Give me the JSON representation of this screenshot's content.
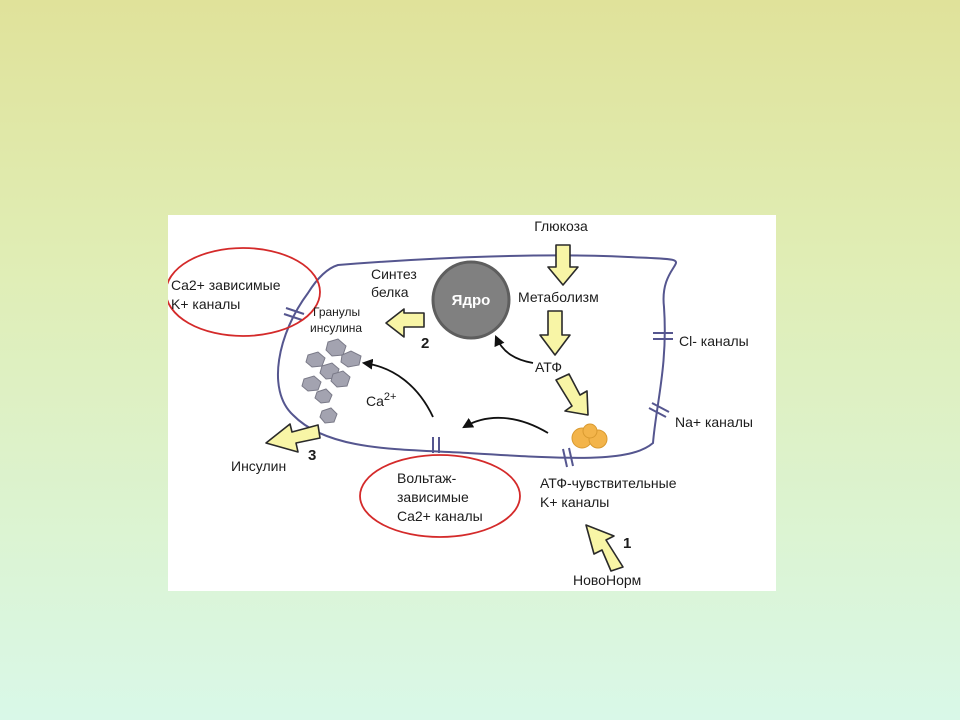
{
  "diagram": {
    "labels": {
      "glucose": "Глюкоза",
      "metabolism": "Метаболизм",
      "nucleus": "Ядро",
      "protein_synthesis_1": "Синтез",
      "protein_synthesis_2": "белка",
      "granules_1": "Гранулы",
      "granules_2": "инсулина",
      "atp": "АТФ",
      "ca_base": "Ca",
      "ca_sup": "2+",
      "cl_channels": "Cl- каналы",
      "na_channels": "Na+ каналы",
      "ca_dep_k_1": "Ca2+ зависимые",
      "ca_dep_k_2": "K+ каналы",
      "insulin": "Инсулин",
      "voltage_1": "Вольтаж-",
      "voltage_2": "зависимые",
      "voltage_3": "Ca2+ каналы",
      "atp_k_1": "АТФ-чувствительные",
      "atp_k_2": "K+ каналы",
      "novonorm": "НовоНорм"
    },
    "steps": {
      "step1": "1",
      "step2": "2",
      "step3": "3"
    },
    "colors": {
      "membrane": "#55568f",
      "highlight_ring": "#d42a2a",
      "arrow_fill": "#f8f5a6",
      "nucleus": "#808080",
      "receptor": "#f3b44a",
      "granule": "#a3a3b0"
    }
  }
}
